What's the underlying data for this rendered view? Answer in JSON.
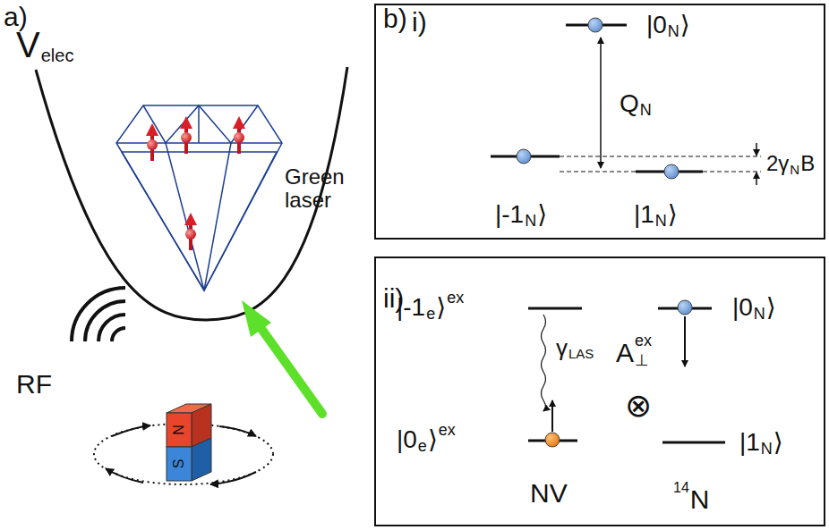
{
  "diagram": {
    "nodes": [
      {
        "text": [
          "i)"
        ]
      },
      {
        "text": [
          "ii)"
        ]
      }
    ],
    "labels": [
      "a)",
      "V",
      "elec",
      "RF",
      "Green laser",
      "N",
      "S",
      "b)",
      "|0",
      "N",
      "⟩",
      "Q",
      "N",
      "|-1",
      "N",
      "⟩",
      "|1",
      "N",
      "⟩",
      "2γ",
      "N",
      "B",
      "|-1",
      "e",
      "⟩",
      "ex",
      "γ",
      "LAS",
      "|0",
      "e",
      "⟩",
      "ex",
      "A",
      "⊥",
      "ex",
      "⊗",
      "|0",
      "N",
      "⟩",
      "|1",
      "N",
      "⟩",
      "NV",
      "14",
      "N"
    ]
  }
}
